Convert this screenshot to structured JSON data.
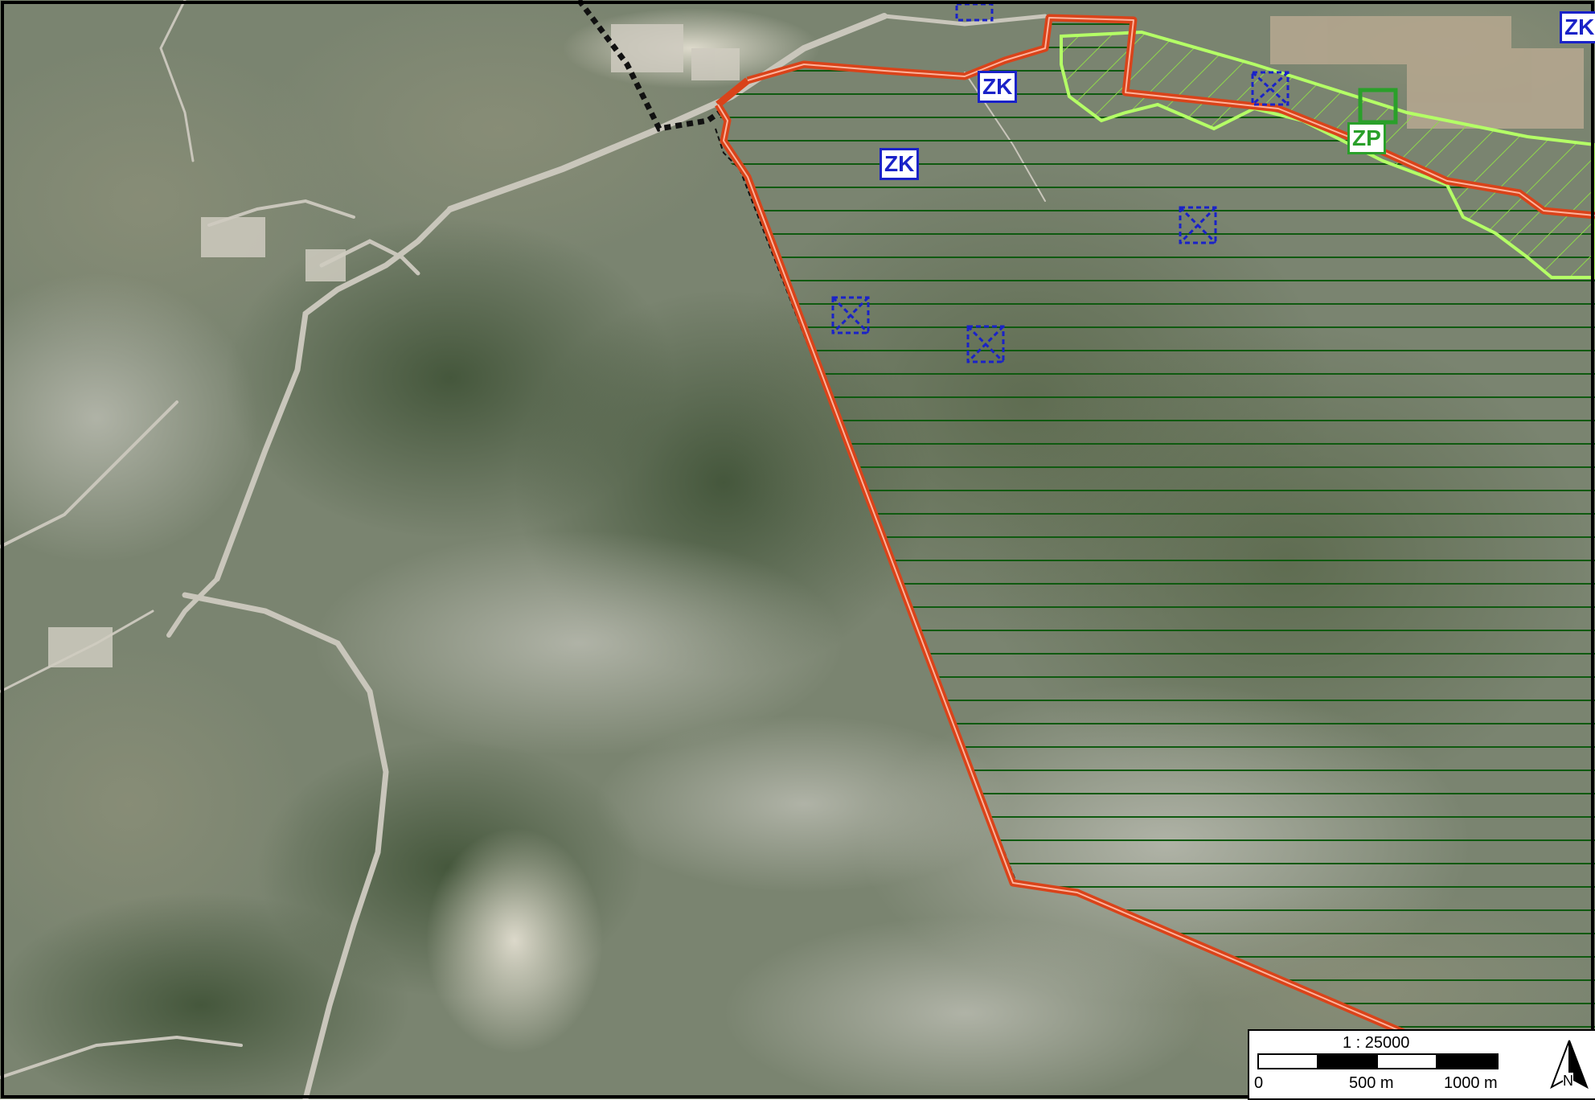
{
  "map": {
    "labels": [
      {
        "text": "ZK",
        "kind": "ZK"
      },
      {
        "text": "ZK",
        "kind": "ZK"
      },
      {
        "text": "ZK",
        "kind": "ZK"
      },
      {
        "text": "ZP",
        "kind": "ZP"
      }
    ],
    "colors": {
      "boundary": "#d9431a",
      "hatch_dark": "#0f5a10",
      "hatch_light": "#b4ff66",
      "label_blue": "#1a22c8",
      "label_green": "#2aa02a",
      "terrain": "#7a8470"
    }
  },
  "scalebar": {
    "ratio": "1 : 25000",
    "tick_0": "0",
    "tick_mid": "500 m",
    "tick_end": "1000 m",
    "north_label": "N"
  }
}
